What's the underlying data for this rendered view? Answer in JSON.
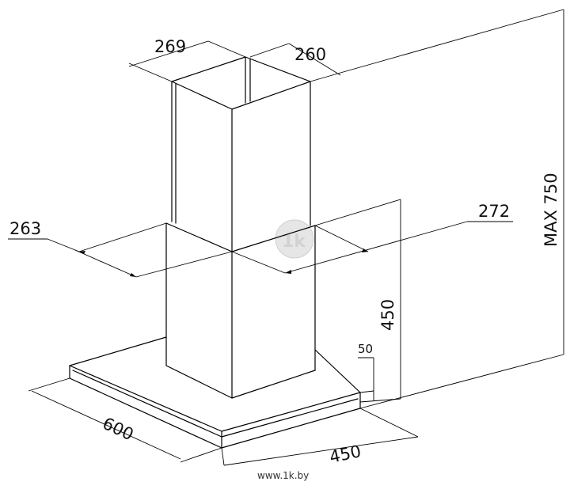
{
  "diagram": {
    "dimensions": {
      "chimney_upper_width": "269",
      "chimney_upper_depth": "260",
      "chimney_lower_width": "263",
      "chimney_lower_depth": "272",
      "hood_height": "450",
      "max_height": "MAX 750",
      "canopy_thickness": "50",
      "canopy_width": "600",
      "canopy_depth": "450"
    },
    "watermark": "www.1k.by",
    "logo": "1k"
  }
}
